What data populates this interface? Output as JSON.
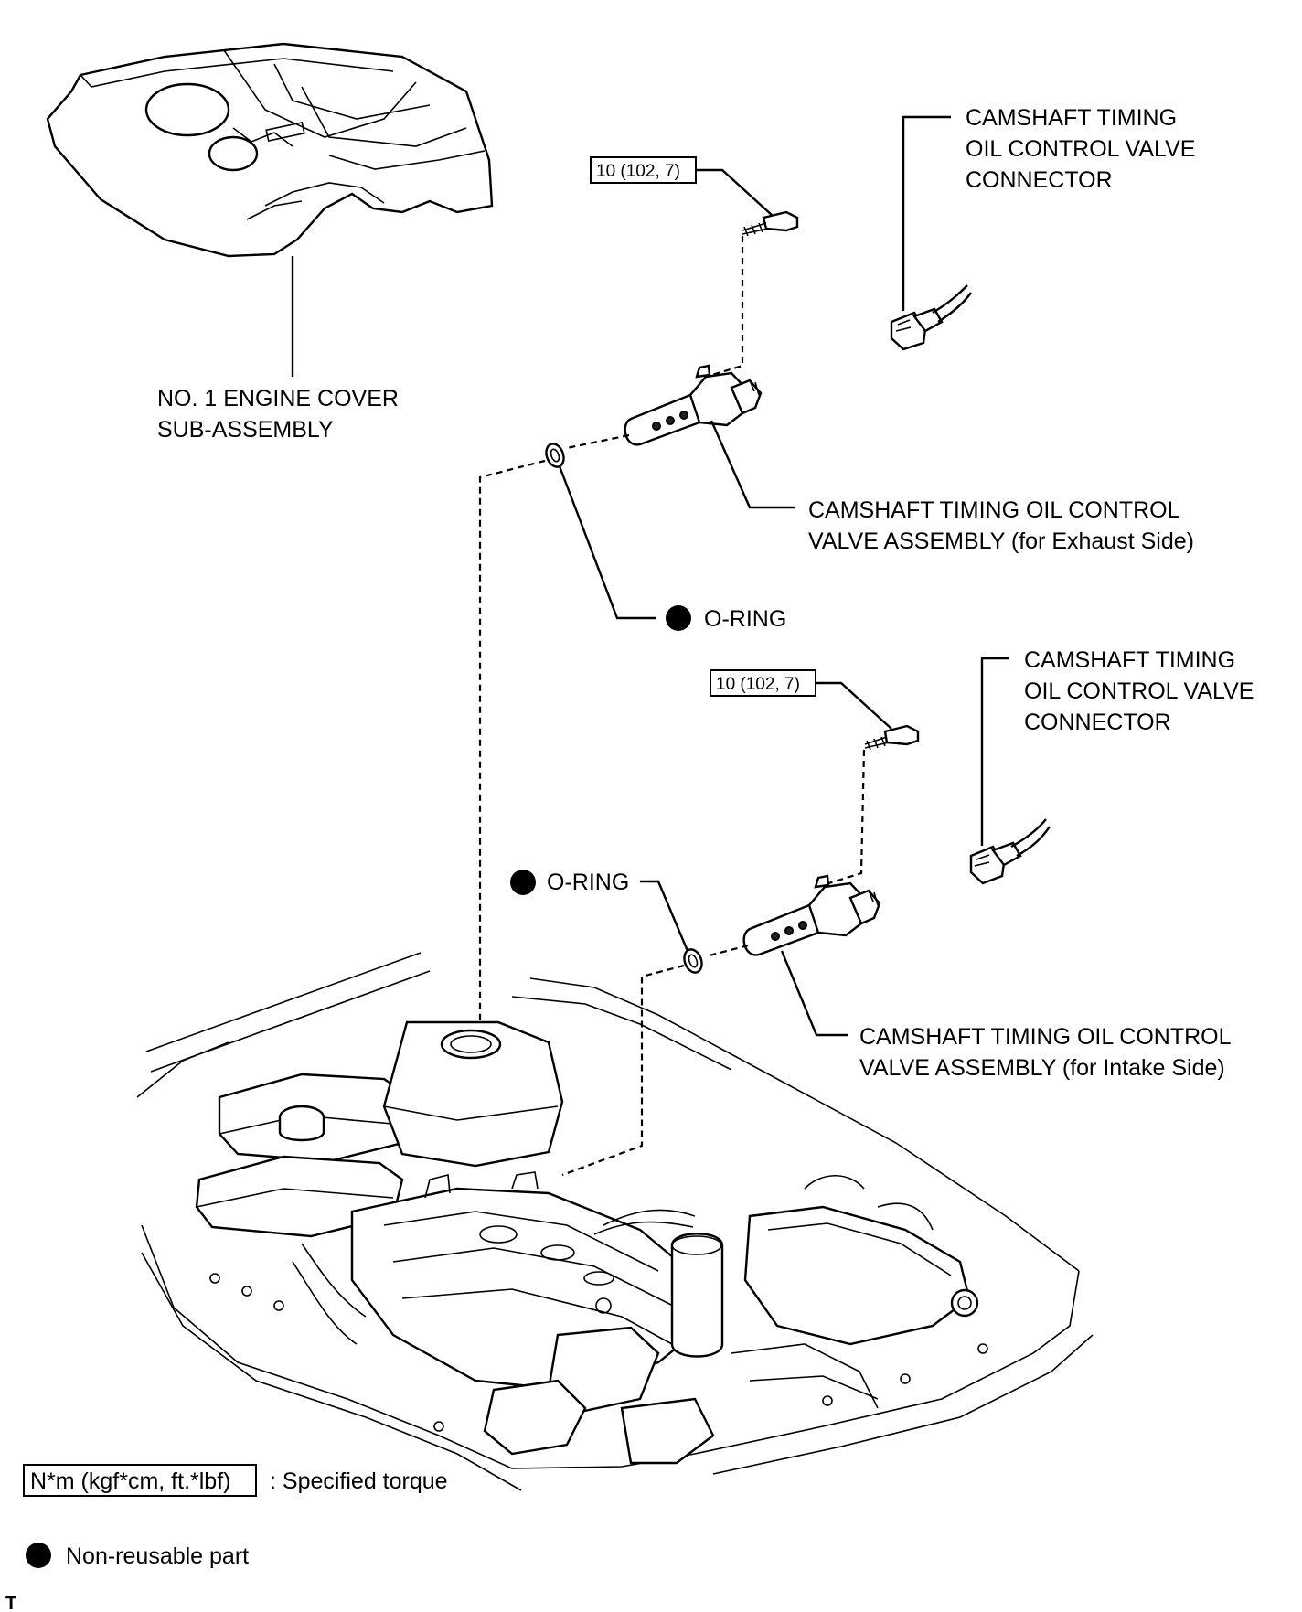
{
  "labels": {
    "engine_cover": [
      "NO. 1 ENGINE COVER",
      "SUB-ASSEMBLY"
    ],
    "connector_top": [
      "CAMSHAFT TIMING",
      "OIL CONTROL VALVE",
      "CONNECTOR"
    ],
    "ocv_exhaust": [
      "CAMSHAFT TIMING OIL CONTROL",
      "VALVE ASSEMBLY (for Exhaust Side)"
    ],
    "oring_1": "O-RING",
    "connector_bottom": [
      "CAMSHAFT TIMING",
      "OIL CONTROL VALVE",
      "CONNECTOR"
    ],
    "oring_2": "O-RING",
    "ocv_intake": [
      "CAMSHAFT TIMING OIL CONTROL",
      "VALVE ASSEMBLY (for Intake Side)"
    ]
  },
  "torque_specs": {
    "bolt_exhaust": "10 (102, 7)",
    "bolt_intake": "10 (102, 7)"
  },
  "legend": {
    "torque_unit": "N*m (kgf*cm, ft.*lbf)",
    "torque_desc": ": Specified torque",
    "nonreusable_desc": "Non-reusable part"
  },
  "footer_mark": "T"
}
